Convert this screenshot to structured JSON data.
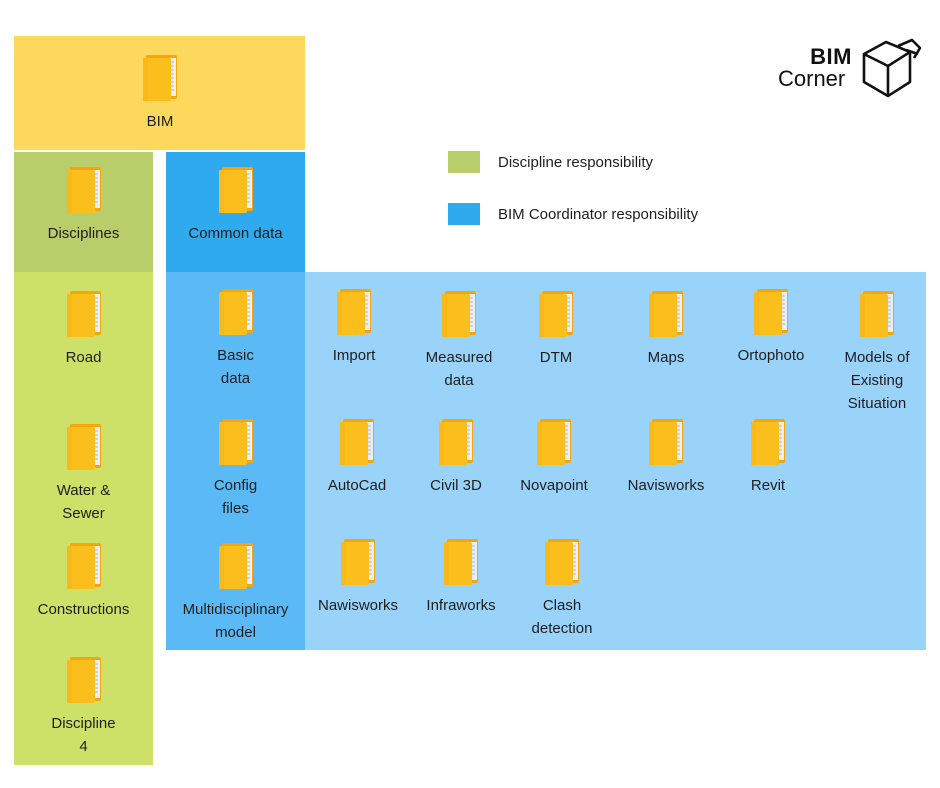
{
  "colors": {
    "bim": "#fcd95c",
    "disciplines_header": "#b8ce6a",
    "disciplines_body": "#cde168",
    "common_header": "#30aaef",
    "common_body": "#5bbaf5",
    "models_body": "#99d3fa",
    "folder_back": "#f4a60b",
    "folder_front": "#fbbf1d",
    "folder_paper": "#eceff1"
  },
  "bim": {
    "label": "BIM"
  },
  "disciplines": {
    "header": "Disciplines",
    "items": [
      "Road",
      "Water &\nSewer",
      "Constructions",
      "Discipline\n4"
    ]
  },
  "common": {
    "header": "Common data",
    "items": [
      "Basic\ndata",
      "Config\nfiles",
      "Multidisciplinary\nmodel"
    ]
  },
  "basic_data_folders": [
    "Import",
    "Measured\ndata",
    "DTM",
    "Maps",
    "Ortophoto",
    "Models of\nExisting\nSituation"
  ],
  "config_folders": [
    "AutoCad",
    "Civil 3D",
    "Novapoint",
    "Navisworks",
    "Revit"
  ],
  "model_folders": [
    "Nawisworks",
    "Infraworks",
    "Clash\ndetection"
  ],
  "legend": {
    "discipline": "Discipline responsibility",
    "coordinator": "BIM Coordinator responsibility"
  },
  "logo": {
    "line1": "BIM",
    "line2": "Corner"
  }
}
